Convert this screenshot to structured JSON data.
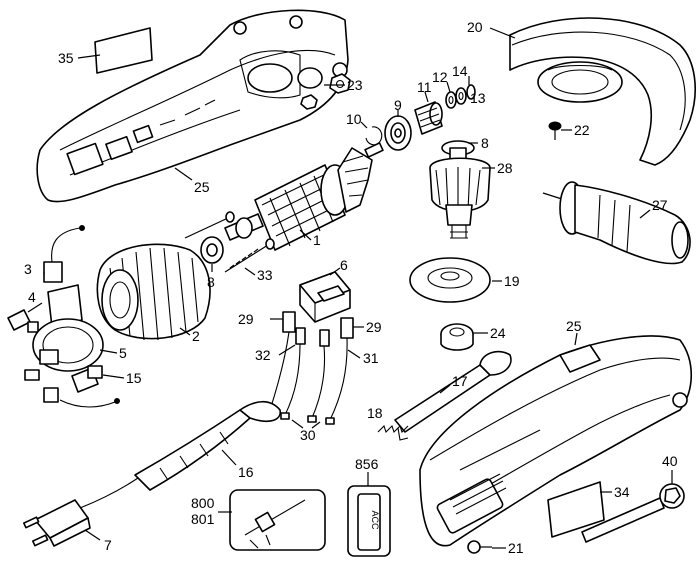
{
  "callouts": {
    "p1": "1",
    "p2": "2",
    "p3": "3",
    "p4": "4",
    "p5": "5",
    "p6": "6",
    "p7": "7",
    "p8a": "8",
    "p8b": "8",
    "p9": "9",
    "p10": "10",
    "p11": "11",
    "p12": "12",
    "p13": "13",
    "p14": "14",
    "p15": "15",
    "p16": "16",
    "p17": "17",
    "p18": "18",
    "p19": "19",
    "p20": "20",
    "p21": "21",
    "p22": "22",
    "p23": "23",
    "p24": "24",
    "p25a": "25",
    "p25b": "25",
    "p27": "27",
    "p28": "28",
    "p29a": "29",
    "p29b": "29",
    "p30": "30",
    "p31": "31",
    "p32": "32",
    "p33": "33",
    "p34": "34",
    "p35": "35",
    "p40": "40",
    "p800": "800",
    "p801": "801",
    "p856": "856"
  },
  "tag_text": "ACC"
}
